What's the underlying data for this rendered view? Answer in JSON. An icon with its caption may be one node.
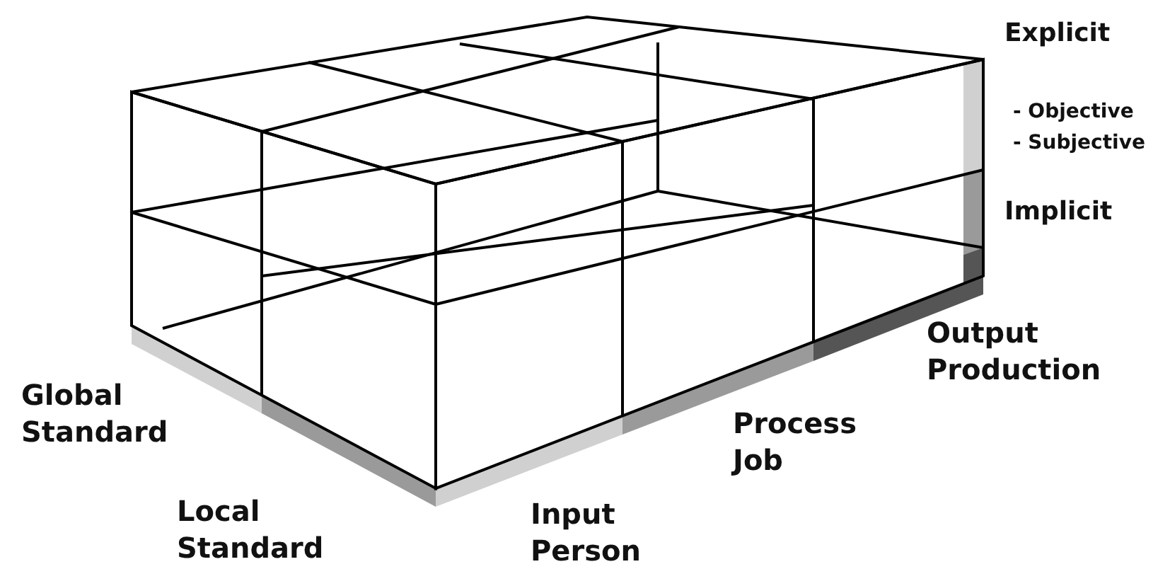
{
  "diagram": {
    "labels": [
      "Explicit",
      "- Objective",
      "- Subjective",
      "Implicit",
      "Output Production",
      "Process Job",
      "Global Standard",
      "Local Standard",
      "Input Person"
    ]
  }
}
